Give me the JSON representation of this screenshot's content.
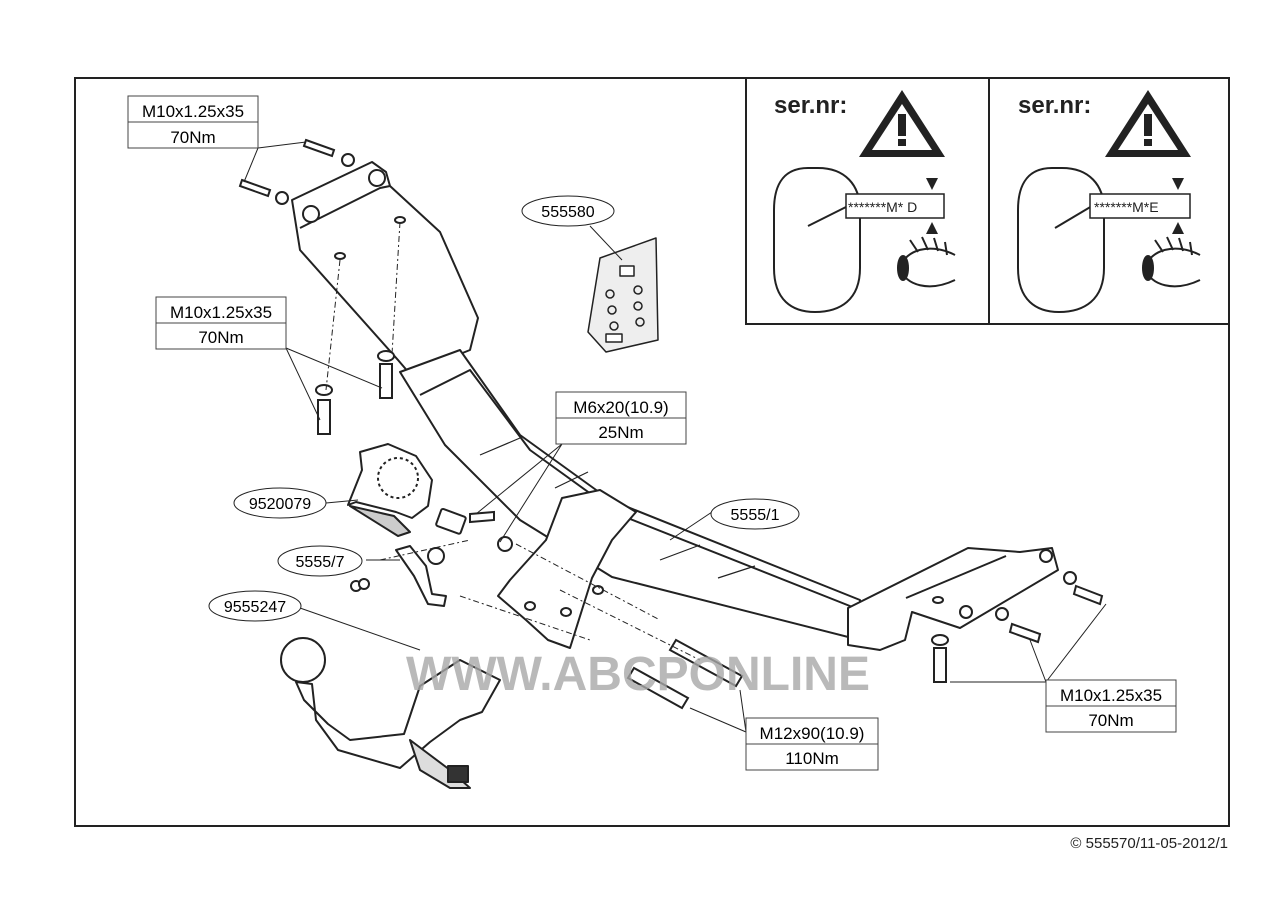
{
  "torque_labels": {
    "top_left": {
      "spec": "M10x1.25x35",
      "torque": "70Nm"
    },
    "mid_left": {
      "spec": "M10x1.25x35",
      "torque": "70Nm"
    },
    "center": {
      "spec": "M6x20(10.9)",
      "torque": "25Nm"
    },
    "bottom": {
      "spec": "M12x90(10.9)",
      "torque": "110Nm"
    },
    "right": {
      "spec": "M10x1.25x35",
      "torque": "70Nm"
    }
  },
  "part_numbers": {
    "bolt_kit": "555580",
    "socket_bracket": "9520079",
    "clamp": "5555/7",
    "ball": "9555247",
    "crossbar": "5555/1"
  },
  "serial_panels": [
    {
      "title": "ser.nr:",
      "code": "*******M* D"
    },
    {
      "title": "ser.nr:",
      "code": "*******M*E"
    }
  ],
  "watermark": "WWW.ABCPONLINE",
  "copyright": "© 555570/11-05-2012/1"
}
